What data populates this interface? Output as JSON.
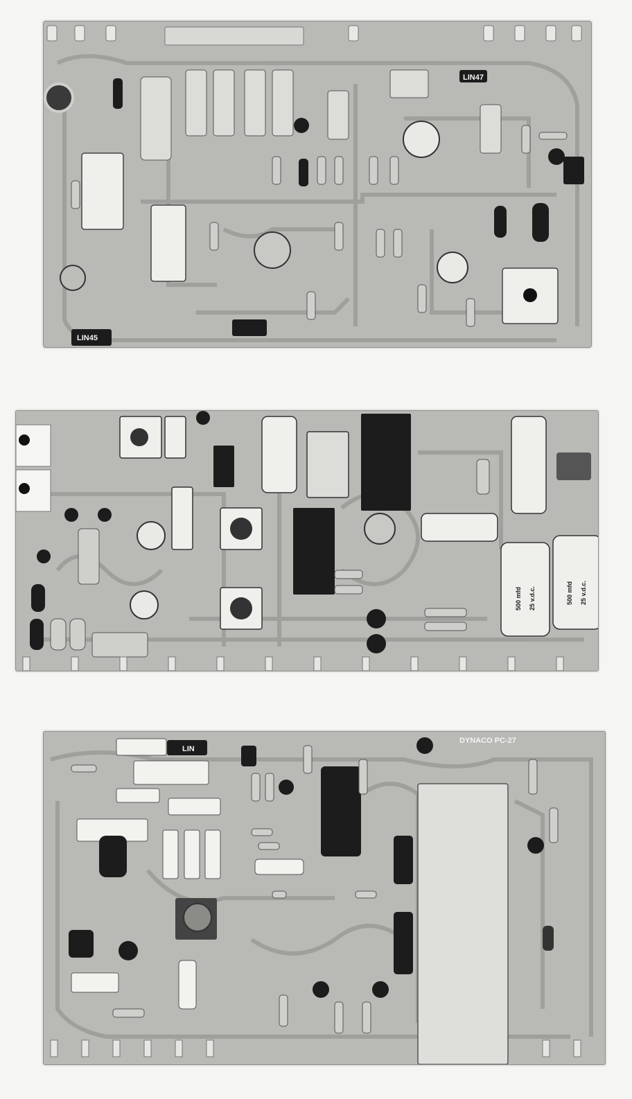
{
  "boards": [
    {
      "name": "board-top",
      "labels": [
        "LIN45",
        "LIN47"
      ]
    },
    {
      "name": "board-middle",
      "labels": [
        "500 mfd",
        "500 mfd",
        "25 v.d.c.",
        "25 v.d.c."
      ]
    },
    {
      "name": "board-bottom",
      "labels": [
        "DYNACO PC-27",
        "LIN"
      ]
    }
  ],
  "colors": {
    "background": "#f5f5f3",
    "board": "#b9b9b6",
    "trace": "#9d9d99",
    "component_dark": "#1c1c1c",
    "component_light": "#efefec"
  }
}
